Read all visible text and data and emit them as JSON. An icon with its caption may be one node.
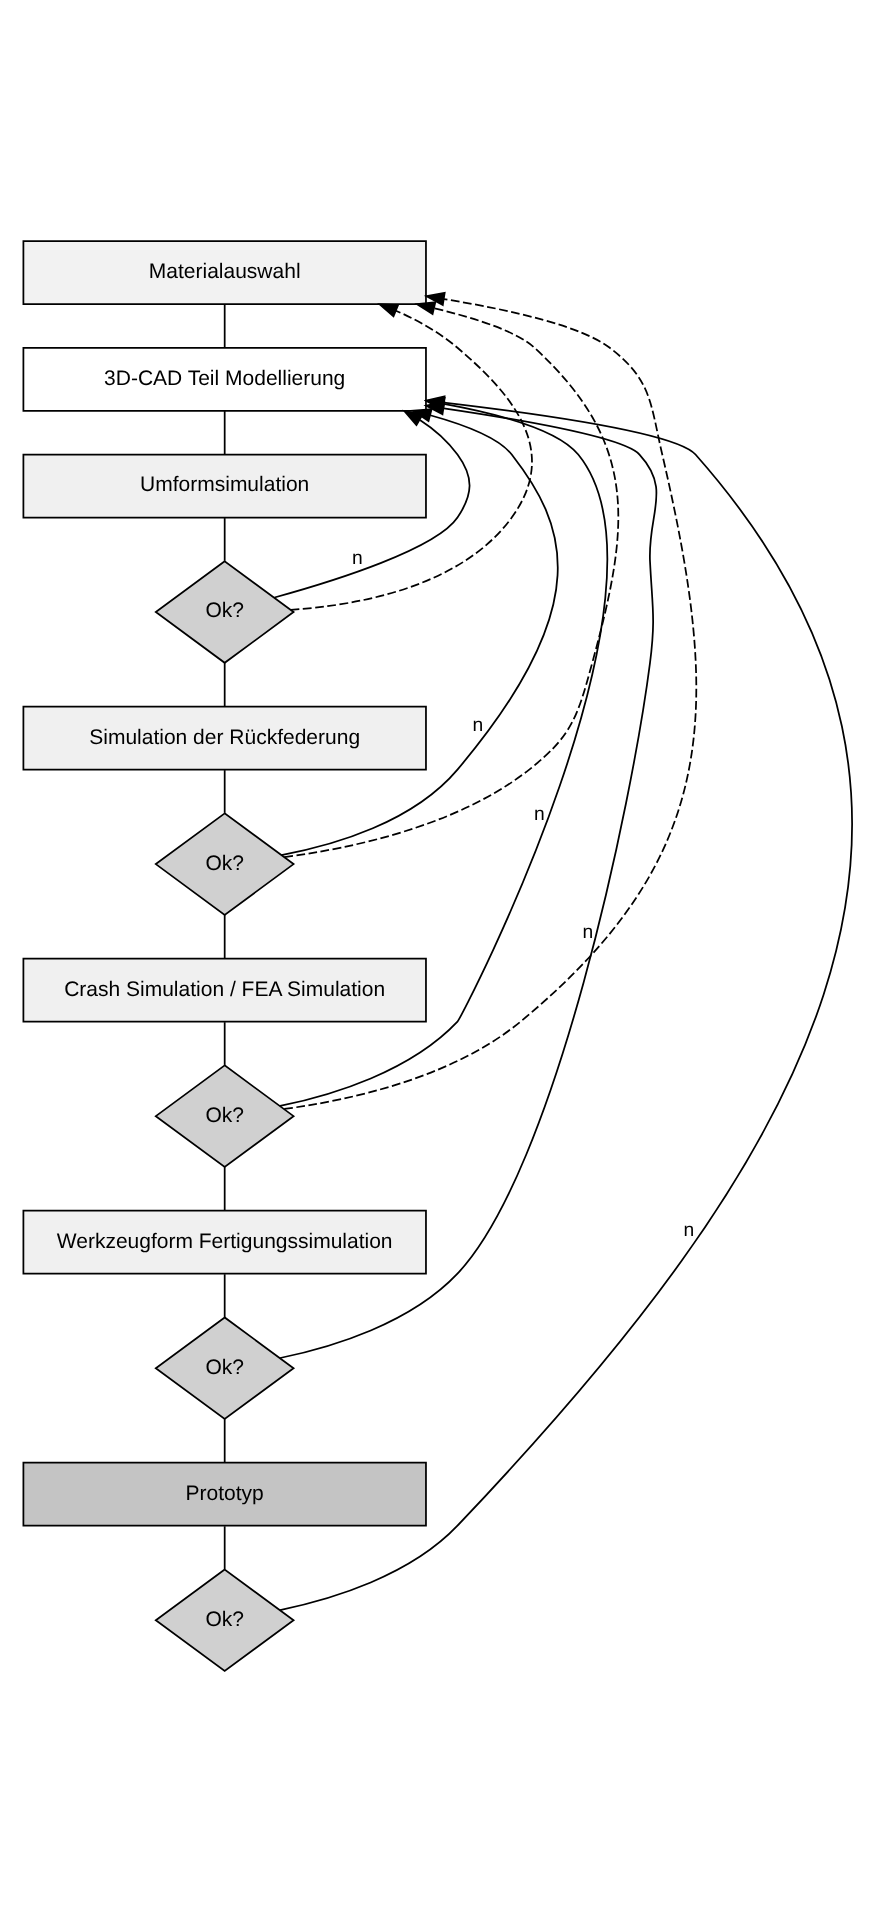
{
  "diagram": {
    "nodes": [
      {
        "text": [
          "Materialauswahl"
        ]
      },
      {
        "text": [
          "3D-CAD Teil Modellierung"
        ]
      },
      {
        "text": [
          "Umformsimulation"
        ]
      },
      {
        "text": [
          "Ok?"
        ]
      },
      {
        "text": [
          "Simulation der Rückfederung"
        ]
      },
      {
        "text": [
          "Ok?"
        ]
      },
      {
        "text": [
          "Crash Simulation / FEA Simulation"
        ]
      },
      {
        "text": [
          "Ok?"
        ]
      },
      {
        "text": [
          "Werkzeugform Fertigungssimulation"
        ]
      },
      {
        "text": [
          "Ok?"
        ]
      },
      {
        "text": [
          "Prototyp"
        ]
      },
      {
        "text": [
          "Ok?"
        ]
      }
    ],
    "edges": [
      {
        "from": 0,
        "to": 1,
        "arrow": "none"
      },
      {
        "from": 1,
        "to": 2,
        "arrow": "none"
      },
      {
        "from": 2,
        "to": 3,
        "arrow": "none"
      },
      {
        "from": 3,
        "to": 4,
        "arrow": "none"
      },
      {
        "from": 4,
        "to": 5,
        "arrow": "none"
      },
      {
        "from": 5,
        "to": 6,
        "arrow": "none"
      },
      {
        "from": 6,
        "to": 7,
        "arrow": "none"
      },
      {
        "from": 7,
        "to": 8,
        "arrow": "none"
      },
      {
        "from": 8,
        "to": 9,
        "arrow": "none"
      },
      {
        "from": 9,
        "to": 10,
        "arrow": "none"
      },
      {
        "from": 10,
        "to": 11,
        "arrow": "none"
      },
      {
        "from": 3,
        "to": 1,
        "arrow": "to",
        "label": "n"
      },
      {
        "from": 3,
        "to": 0,
        "arrow": "to",
        "style": "dashed"
      },
      {
        "from": 5,
        "to": 1,
        "arrow": "to",
        "label": "n"
      },
      {
        "from": 5,
        "to": 0,
        "arrow": "to",
        "style": "dashed"
      },
      {
        "from": 7,
        "to": 1,
        "arrow": "to",
        "label": "n"
      },
      {
        "from": 7,
        "to": 0,
        "arrow": "to",
        "style": "dashed"
      },
      {
        "from": 9,
        "to": 1,
        "arrow": "to",
        "label": "n"
      },
      {
        "from": 11,
        "to": 1,
        "arrow": "to",
        "label": "n"
      }
    ]
  }
}
